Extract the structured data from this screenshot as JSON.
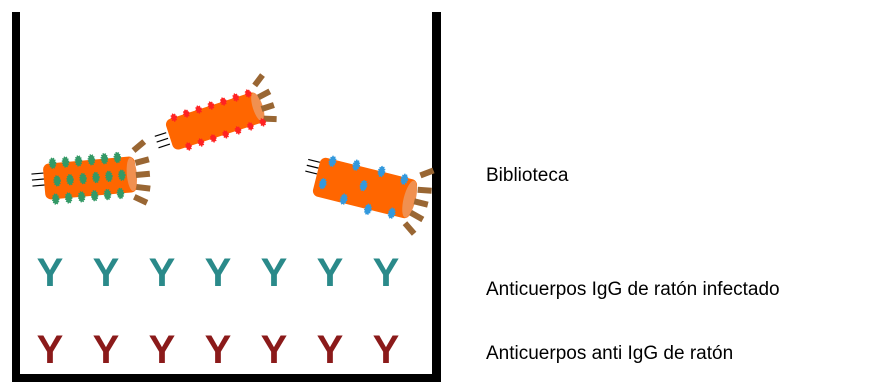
{
  "labels": {
    "library": "Biblioteca",
    "infected_antibodies": "Anticuerpos IgG de ratón infectado",
    "anti_igg_antibodies": "Anticuerpos anti IgG de ratón"
  },
  "antibody_glyph": "Y",
  "rows": {
    "infected_count": 7,
    "anti_count": 7
  },
  "colors": {
    "container": "#000000",
    "phage_body": "#ff6600",
    "phage_tail": "#996633",
    "protein_green": "#339966",
    "protein_red": "#ff2222",
    "protein_blue": "#3399dd",
    "antibody_infected": "#2a8a8a",
    "antibody_anti": "#8b1a1a"
  }
}
